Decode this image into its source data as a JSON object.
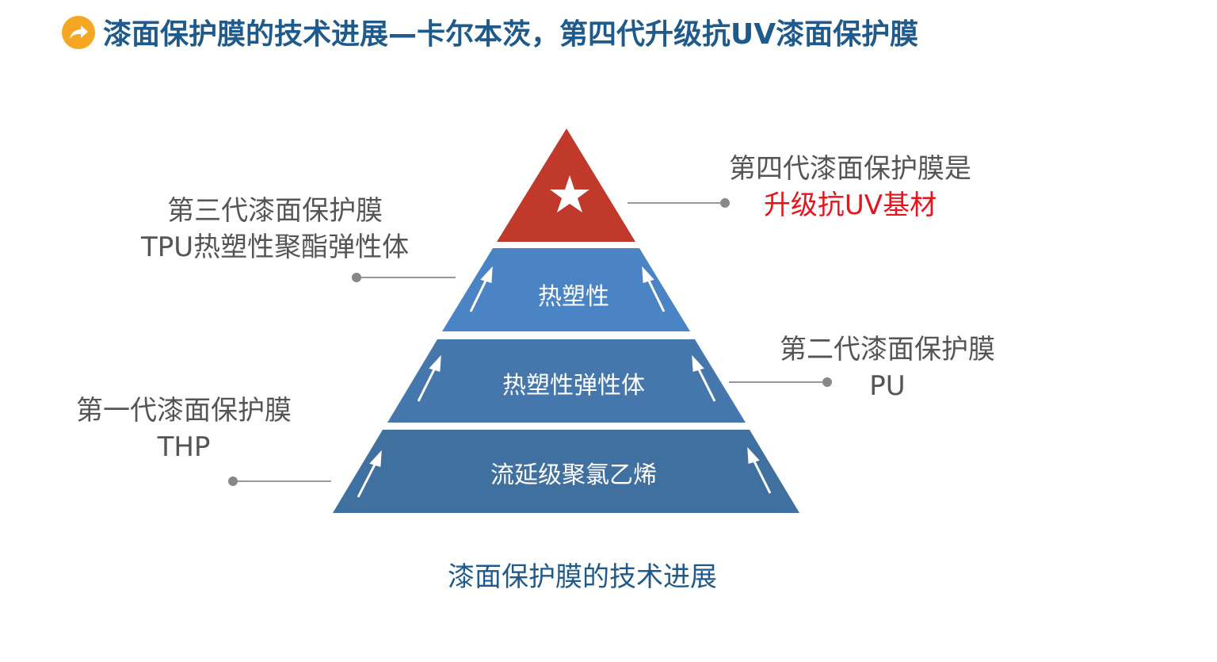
{
  "header": {
    "title": "漆面保护膜的技术进展—卡尔本茨，第四代升级抗UV漆面保护膜",
    "icon": "arrow-right-circle-icon"
  },
  "pyramid": {
    "layers": [
      "热塑性",
      "热塑性弹性体",
      "流延级聚氯乙烯"
    ],
    "top_icon": "star-icon",
    "colors": {
      "top": "#c0392b",
      "layer1": "#4a84c4",
      "layer2": "#4577ad",
      "layer3": "#40709f"
    }
  },
  "labels": {
    "gen4_line1": "第四代漆面保护膜是",
    "gen4_line2": "升级抗UV基材",
    "gen3_line1": "第三代漆面保护膜",
    "gen3_line2": "TPU热塑性聚酯弹性体",
    "gen2_line1": "第二代漆面保护膜",
    "gen2_line2": "PU",
    "gen1_line1": "第一代漆面保护膜",
    "gen1_line2": "THP"
  },
  "caption": "漆面保护膜的技术进展"
}
